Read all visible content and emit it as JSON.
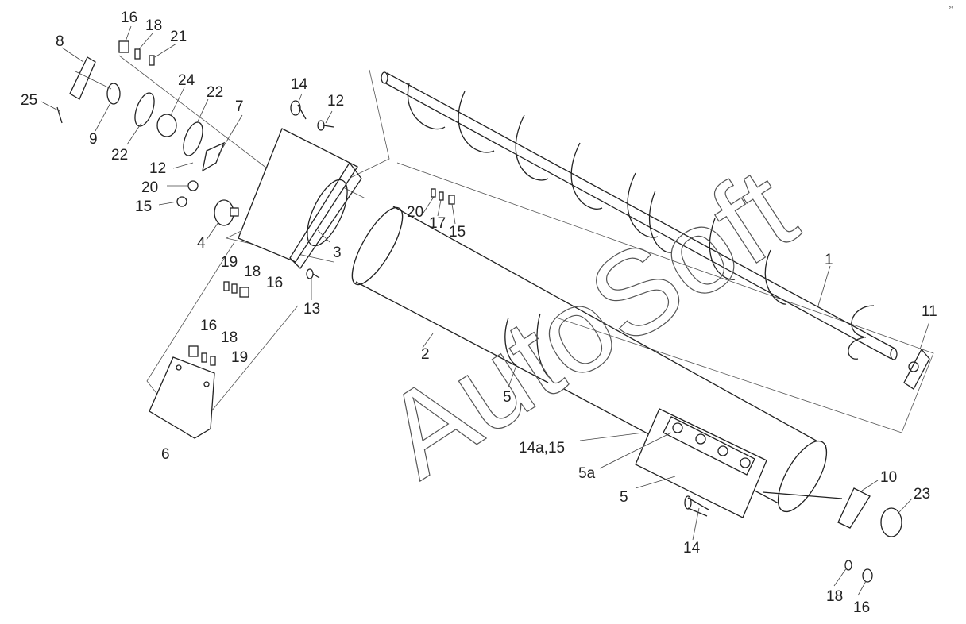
{
  "watermark": "AutoSoft",
  "corner_mark": "°°",
  "callouts": {
    "c1": "1",
    "c2": "2",
    "c3": "3",
    "c4": "4",
    "c5_top": "5",
    "c5_bottom": "5",
    "c5a": "5a",
    "c6": "6",
    "c7": "7",
    "c8": "8",
    "c9": "9",
    "c10": "10",
    "c11": "11",
    "c12_top": "12",
    "c12_left": "12",
    "c13": "13",
    "c14_top": "14",
    "c14_bottom": "14",
    "c14a15": "14a,15",
    "c15_left": "15",
    "c15_mid": "15",
    "c16_top": "16",
    "c16_mid1": "16",
    "c16_mid2": "16",
    "c16_bottom": "16",
    "c17": "17",
    "c18_top": "18",
    "c18_mid1": "18",
    "c18_mid2": "18",
    "c18_bottom": "18",
    "c19_a": "19",
    "c19_b": "19",
    "c20_left": "20",
    "c20_mid": "20",
    "c21": "21",
    "c22_a": "22",
    "c22_b": "22",
    "c23": "23",
    "c24": "24",
    "c25": "25"
  }
}
